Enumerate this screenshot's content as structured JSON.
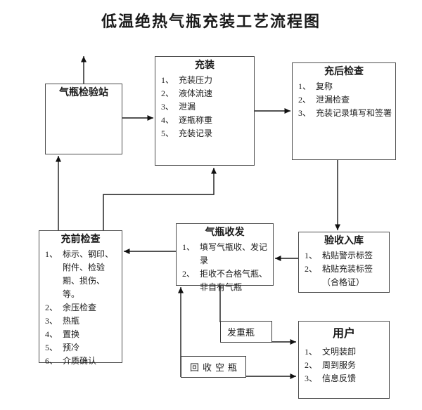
{
  "title": "低温绝热气瓶充装工艺流程图",
  "colors": {
    "border": "#4d4d4d",
    "line": "#1a1a1a",
    "text": "#1a1a1a",
    "background": "#ffffff"
  },
  "boxes": {
    "inspection_station": {
      "title": "气瓶检验站"
    },
    "filling": {
      "title": "充装",
      "items": [
        {
          "n": "1、",
          "t": "充装压力"
        },
        {
          "n": "2、",
          "t": "液体流速"
        },
        {
          "n": "3、",
          "t": "泄漏"
        },
        {
          "n": "4、",
          "t": "逐瓶称重"
        },
        {
          "n": "5、",
          "t": "充装记录"
        }
      ]
    },
    "post_check": {
      "title": "充后检查",
      "items": [
        {
          "n": "1、",
          "t": "复称"
        },
        {
          "n": "2、",
          "t": "泄漏检查"
        },
        {
          "n": "3、",
          "t": "充装记录填写和签署"
        }
      ]
    },
    "pre_check": {
      "title": "充前检查",
      "items": [
        {
          "n": "1、",
          "t": "标示、钢印、附件、检验期、损伤、等。"
        },
        {
          "n": "2、",
          "t": "余压检查"
        },
        {
          "n": "3、",
          "t": "热瓶"
        },
        {
          "n": "4、",
          "t": "置换"
        },
        {
          "n": "5、",
          "t": "预冷"
        },
        {
          "n": "6、",
          "t": "介质确认"
        }
      ]
    },
    "receiving": {
      "title": "气瓶收发",
      "items": [
        {
          "n": "1、",
          "t": "填写气瓶收、发记录"
        },
        {
          "n": "2、",
          "t": "拒收不合格气瓶、非自有气瓶"
        }
      ]
    },
    "acceptance": {
      "title": "验收入库",
      "items": [
        {
          "n": "1、",
          "t": "粘贴警示标签"
        },
        {
          "n": "2、",
          "t": "粘贴充装标签（合格证）"
        }
      ]
    },
    "user": {
      "title": "用户",
      "items": [
        {
          "n": "1、",
          "t": "文明装卸"
        },
        {
          "n": "2、",
          "t": "周到服务"
        },
        {
          "n": "3、",
          "t": "信息反馈"
        }
      ]
    },
    "dispatch_full": {
      "label": "发重瓶"
    },
    "recycle_empty": {
      "label": "回收空瓶"
    }
  }
}
